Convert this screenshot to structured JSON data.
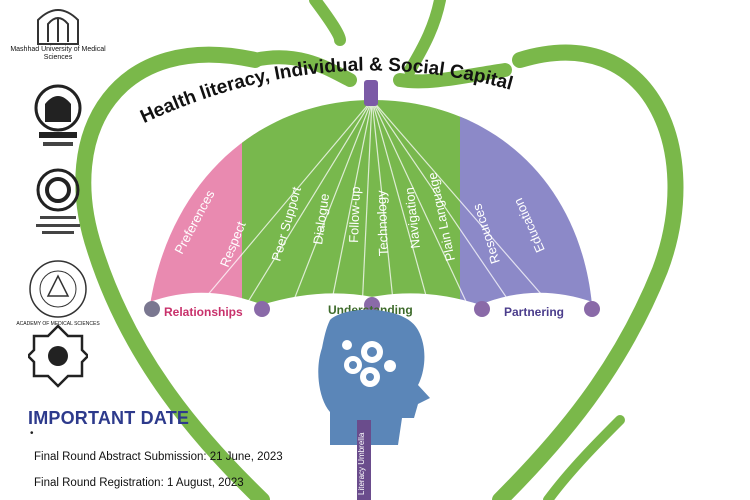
{
  "title": "Health literacy, Individual & Social Capital",
  "umbrella_panels": [
    {
      "text": "Preferences",
      "color": "#e98ab0"
    },
    {
      "text": "Respect",
      "color": "#e98ab0"
    },
    {
      "text": "Peer Support",
      "color": "#78b84d"
    },
    {
      "text": "Dialogue",
      "color": "#78b84d"
    },
    {
      "text": "Follow-up",
      "color": "#78b84d"
    },
    {
      "text": "Technology",
      "color": "#78b84d"
    },
    {
      "text": "Navigation",
      "color": "#78b84d"
    },
    {
      "text": "Plain Language",
      "color": "#8c89c8"
    },
    {
      "text": "Resources",
      "color": "#8c89c8"
    },
    {
      "text": "Education",
      "color": "#8c89c8"
    }
  ],
  "groups": {
    "relationships": "Relationships",
    "understanding": "Understanding",
    "partnering": "Partnering"
  },
  "handle_label": "Literacy Umbrella",
  "logos": {
    "mashhad_caption": "Mashhad University of Medical Sciences",
    "academy_caption": "ACADEMY OF MEDICAL SCIENCES"
  },
  "important_dates": {
    "heading": "IMPORTANT DATE",
    "bullet": "•",
    "items": [
      "Final Round Abstract Submission: 21  June, 2023",
      "Final Round Registration: 1 August, 2023"
    ]
  },
  "colors": {
    "leaf_green": "#7ab84a",
    "pink": "#e98ab0",
    "purple": "#8c89c8",
    "dark_purple": "#6a4c8c",
    "heading_blue": "#2d3a8c",
    "head_blue": "#5b86b8"
  }
}
